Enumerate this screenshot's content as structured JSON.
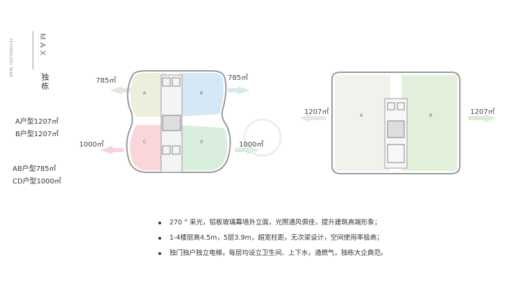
{
  "sidebar": {
    "small_caption": "TECHNOLOGY PARK",
    "max_label": "MAX",
    "title": "独栋",
    "units": [
      {
        "label": "A户型",
        "value": "1207㎡"
      },
      {
        "label": "B户型",
        "value": "1207㎡"
      },
      {
        "label": "AB户型",
        "value": "785㎡"
      },
      {
        "label": "CD户型",
        "value": "1000㎡"
      }
    ]
  },
  "plan_left": {
    "area_top_left": "785㎡",
    "area_top_right": "785㎡",
    "area_bottom_left": "1000㎡",
    "area_bottom_right": "1000㎡",
    "zones": {
      "a": "A",
      "b": "B",
      "c": "C",
      "d": "D"
    },
    "colors": {
      "a": "#eeeedd",
      "b": "#d6e8f5",
      "c": "#f8d6d9",
      "d": "#d9eedd"
    }
  },
  "plan_right": {
    "area_left": "1207㎡",
    "area_right": "1207㎡",
    "zones": {
      "a": "A",
      "b": "B"
    },
    "colors": {
      "a": "#f0f2ec",
      "b": "#e2efdb"
    }
  },
  "features": [
    "270 ° 采光，铝板玻璃幕墙外立面，光照通风俱佳，提升建筑高端形象；",
    "1-4楼层高4.5m，5层3.9m，超宽柱距，无次梁设计，空间使用率极高；",
    "独门独户独立电梯，每层均设立卫生间、上下水，通燃气，独栋大企典范。"
  ]
}
